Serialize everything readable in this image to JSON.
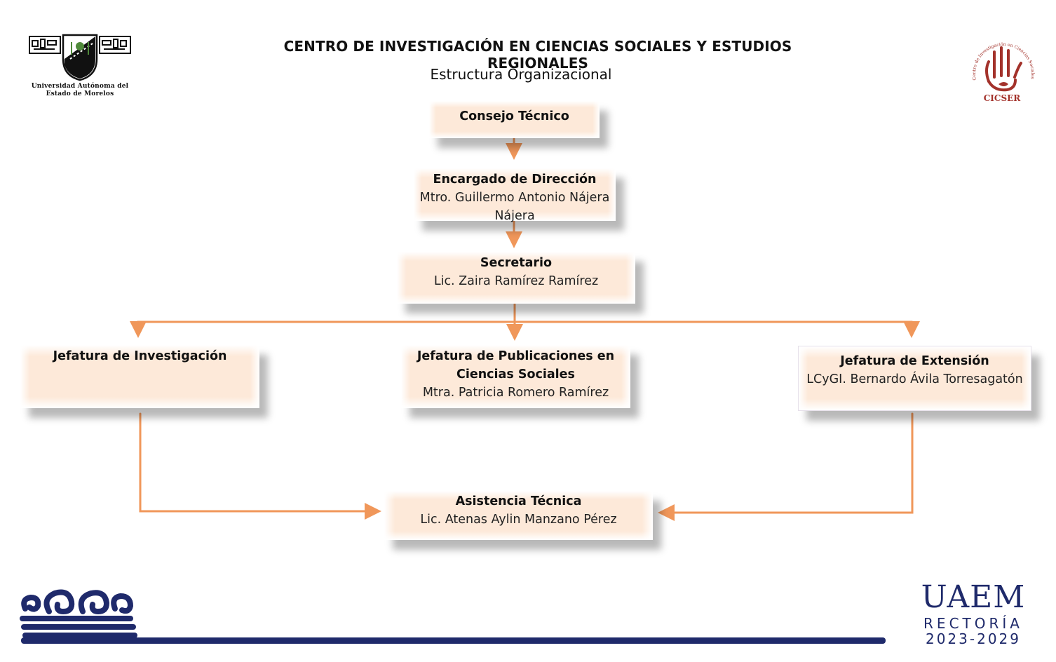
{
  "header": {
    "title": "CENTRO DE INVESTIGACIÓN EN CIENCIAS SOCIALES Y ESTUDIOS REGIONALES",
    "subtitle": "Estructura Organizacional"
  },
  "logos": {
    "uaem_seal": {
      "line1": "Universidad Autónoma del",
      "line2": "Estado de Morelos"
    },
    "cicser": {
      "acronym": "CICSER",
      "arc_text": "Centro de Investigación en Ciencias Sociales y Estudios Regionales"
    }
  },
  "org": {
    "consejo": {
      "title": "Consejo Técnico"
    },
    "direccion": {
      "title": "Encargado de Dirección",
      "name": "Mtro. Guillermo Antonio Nájera Nájera"
    },
    "secretario": {
      "title": "Secretario",
      "name": "Lic. Zaira Ramírez Ramírez"
    },
    "investigacion": {
      "title": "Jefatura de Investigación"
    },
    "publicaciones": {
      "title": "Jefatura de Publicaciones en Ciencias Sociales",
      "name": "Mtra. Patricia Romero Ramírez"
    },
    "extension": {
      "title": "Jefatura de Extensión",
      "name": "LCyGI. Bernardo Ávila Torresagatón"
    },
    "asistencia": {
      "title": "Asistencia Técnica",
      "name": "Lic. Atenas Aylin Manzano Pérez"
    }
  },
  "footer": {
    "brand": "UAEM",
    "rectoria": "RECTORÍA",
    "period": "2023-2029"
  },
  "colors": {
    "box_fill": "#fde9d9",
    "connector": "#f0975a",
    "brand_navy": "#1f2a6b",
    "cicser_red": "#a3322b"
  }
}
